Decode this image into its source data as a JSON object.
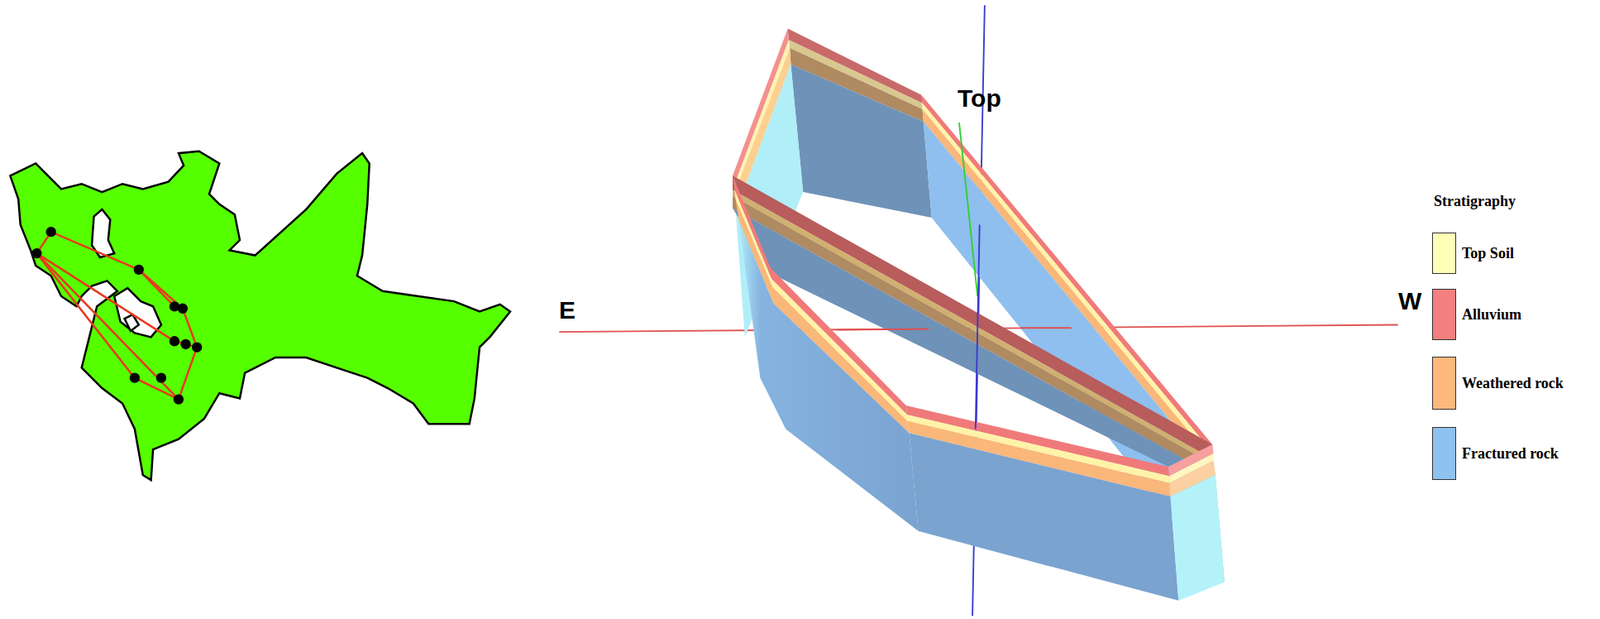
{
  "diagram": {
    "labels": [
      "E",
      "Top",
      "W",
      "Stratigraphy"
    ],
    "legend": [
      {
        "text": "Top Soil",
        "color": "#ffffb8"
      },
      {
        "text": "Alluvium",
        "color": "#f47f7f"
      },
      {
        "text": "Weathered rock",
        "color": "#fdb97c"
      },
      {
        "text": "Fractured rock",
        "color": "#90c2f0"
      }
    ]
  }
}
